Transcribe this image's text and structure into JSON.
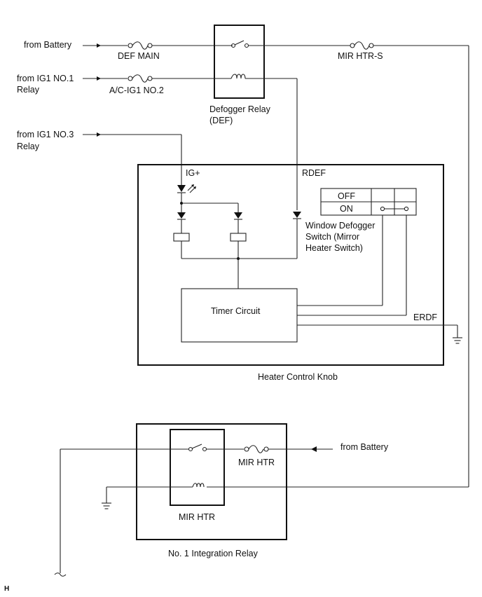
{
  "inputs": {
    "battery_top": "from Battery",
    "ig1_no1_a": "from IG1 NO.1",
    "ig1_no1_b": "Relay",
    "ig1_no3_a": "from IG1 NO.3",
    "ig1_no3_b": "Relay",
    "battery_bottom": "from Battery"
  },
  "fuses": {
    "def_main": "DEF MAIN",
    "ac_ig1": "A/C-IG1 NO.2",
    "mir_htr_s": "MIR HTR-S",
    "mir_htr": "MIR HTR"
  },
  "defogger_relay": {
    "line1": "Defogger Relay",
    "line2": "(DEF)"
  },
  "heater_control_knob": {
    "label": "Heater Control Knob",
    "ig_plus": "IG+",
    "rdef": "RDEF",
    "erdf": "ERDF",
    "timer": "Timer Circuit",
    "switch_off": "OFF",
    "switch_on": "ON",
    "switch_line1": "Window Defogger",
    "switch_line2": "Switch (Mirror",
    "switch_line3": "Heater Switch)"
  },
  "integration_relay": {
    "label": "No. 1 Integration Relay",
    "inner": "MIR HTR"
  },
  "corner_mark": "H"
}
